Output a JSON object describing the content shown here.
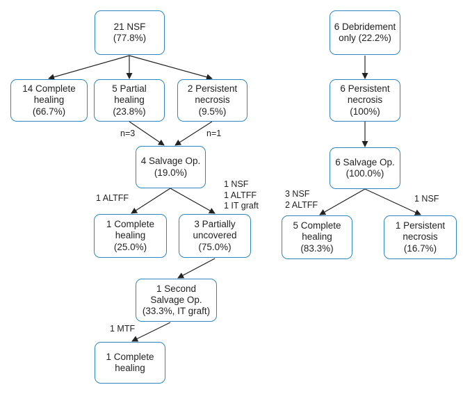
{
  "nodes": {
    "nsf": [
      "21 NSF",
      "(77.8%)"
    ],
    "complete14": [
      "14 Complete",
      "healing",
      "(66.7%)"
    ],
    "partial5": [
      "5 Partial",
      "healing",
      "(23.8%)"
    ],
    "persistent2": [
      "2 Persistent",
      "necrosis",
      "(9.5%)"
    ],
    "salvage4": [
      "4 Salvage Op.",
      "(19.0%)"
    ],
    "complete1a": [
      "1 Complete",
      "healing",
      "(25.0%)"
    ],
    "partially3": [
      "3 Partially",
      "uncovered",
      "(75.0%)"
    ],
    "second": [
      "1 Second",
      "Salvage Op.",
      "(33.3%, IT graft)"
    ],
    "complete1b": [
      "1 Complete",
      "healing"
    ],
    "debride": [
      "6 Debridement",
      "only (22.2%)"
    ],
    "persistent6": [
      "6 Persistent",
      "necrosis",
      "(100%)"
    ],
    "salvage6": [
      "6 Salvage Op.",
      "(100.0%)"
    ],
    "complete5": [
      "5 Complete",
      "healing",
      "(83.3%)"
    ],
    "persistent1": [
      "1 Persistent",
      "necrosis",
      "(16.7%)"
    ]
  },
  "edge_labels": {
    "n3": [
      "n=3"
    ],
    "n1": [
      "n=1"
    ],
    "altff1": [
      "1 ALTFF"
    ],
    "multi": [
      "1 NSF",
      "1 ALTFF",
      "1 IT graft"
    ],
    "mtf": [
      "1 MTF"
    ],
    "nsf_altff": [
      "3 NSF",
      "2 ALTFF"
    ],
    "nsf1": [
      "1 NSF"
    ]
  },
  "colors": {
    "box_border": "#2e86c1",
    "arrow": "#222222"
  }
}
